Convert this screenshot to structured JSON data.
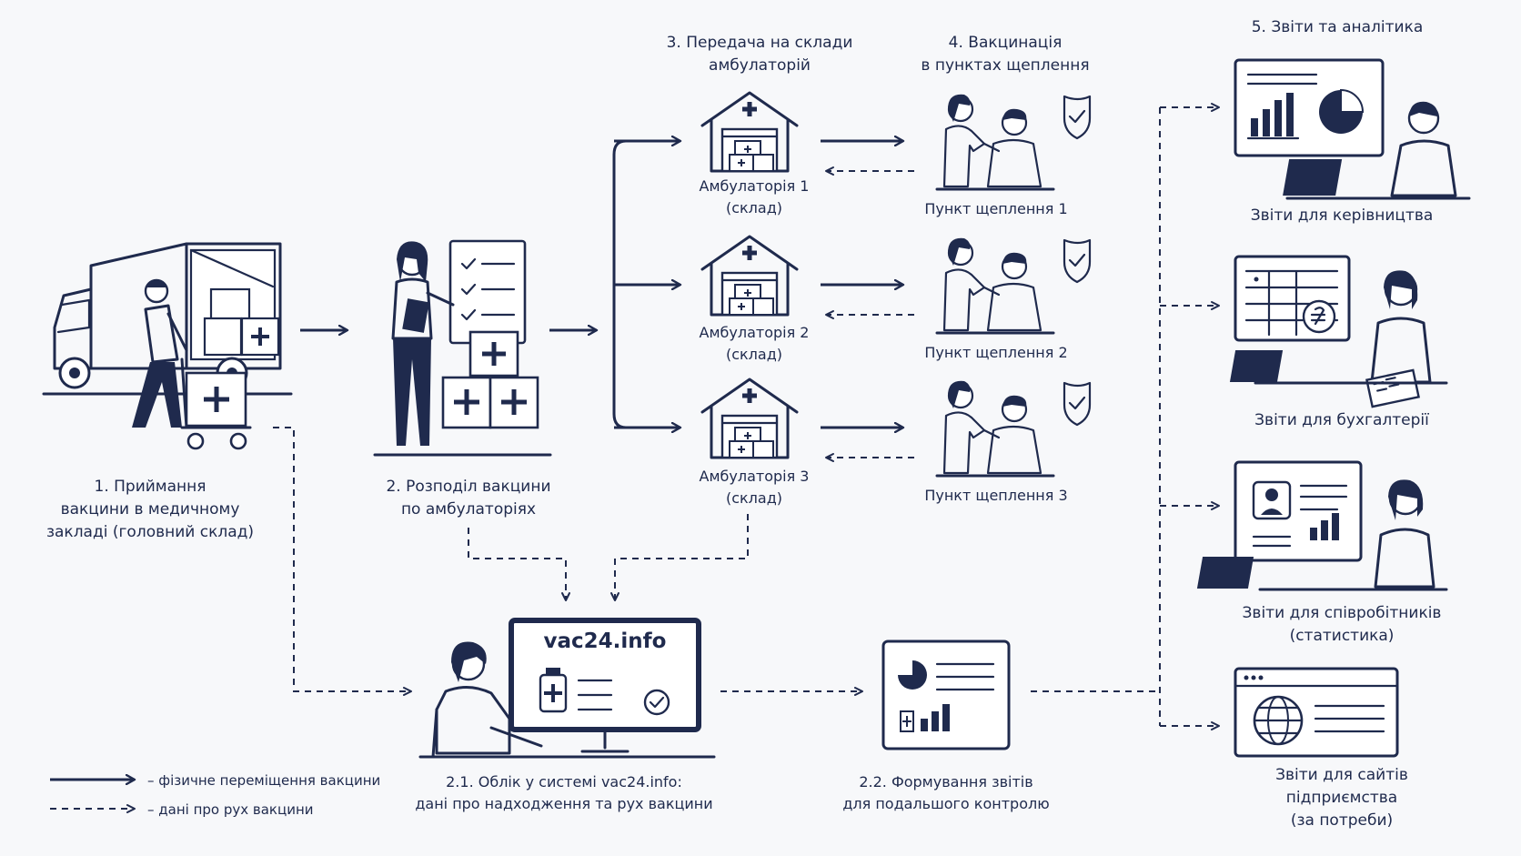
{
  "colors": {
    "ink": "#1f2a4d",
    "background": "#f7f8fa"
  },
  "steps": {
    "receive": "1. Приймання\nвакцини в медичному\nзакладі (головний склад)",
    "distribute": "2. Розподіл вакцини\nпо амбулаторіях",
    "transfer_heading": "3. Передача на склади\nамбулаторій",
    "vaccination_heading": "4. Вакцинація\nв пунктах щеплення",
    "reports_heading": "5. Звіти та аналітика",
    "accounting": "2.1. Облік у системі vac24.info:\nдані про надходження та рух вакцини",
    "report_generation": "2.2. Формування звітів\nдля подальшого контролю"
  },
  "clinics": [
    {
      "label": "Амбулаторія 1\n(склад)",
      "point": "Пункт щеплення 1"
    },
    {
      "label": "Амбулаторія 2\n(склад)",
      "point": "Пункт щеплення 2"
    },
    {
      "label": "Амбулаторія 3\n(склад)",
      "point": "Пункт щеплення 3"
    }
  ],
  "monitor": {
    "site": "vac24.info"
  },
  "reports": [
    {
      "label": "Звіти для керівництва",
      "icon": "management-report-icon"
    },
    {
      "label": "Звіти для бухгалтерії",
      "icon": "accounting-report-icon"
    },
    {
      "label": "Звіти для співробітників\n(статистика)",
      "icon": "staff-report-icon"
    },
    {
      "label": "Звіти для сайтів\nпідприємства\n(за потреби)",
      "icon": "website-report-icon"
    }
  ],
  "legend": {
    "solid": "– фізичне переміщення вакцини",
    "dashed": "– дані про рух вакцини"
  }
}
